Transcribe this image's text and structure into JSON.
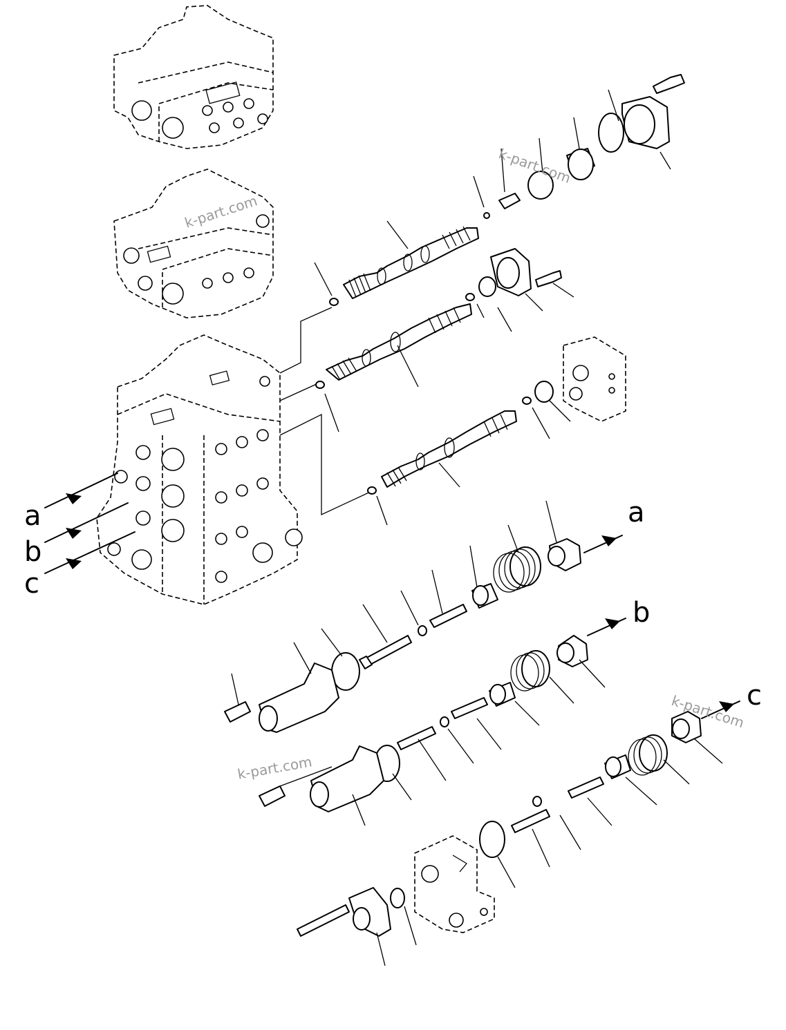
{
  "port_labels": {
    "left": [
      "a",
      "b",
      "c"
    ],
    "right": [
      "a",
      "b",
      "c"
    ]
  },
  "watermark": "k-part.com"
}
